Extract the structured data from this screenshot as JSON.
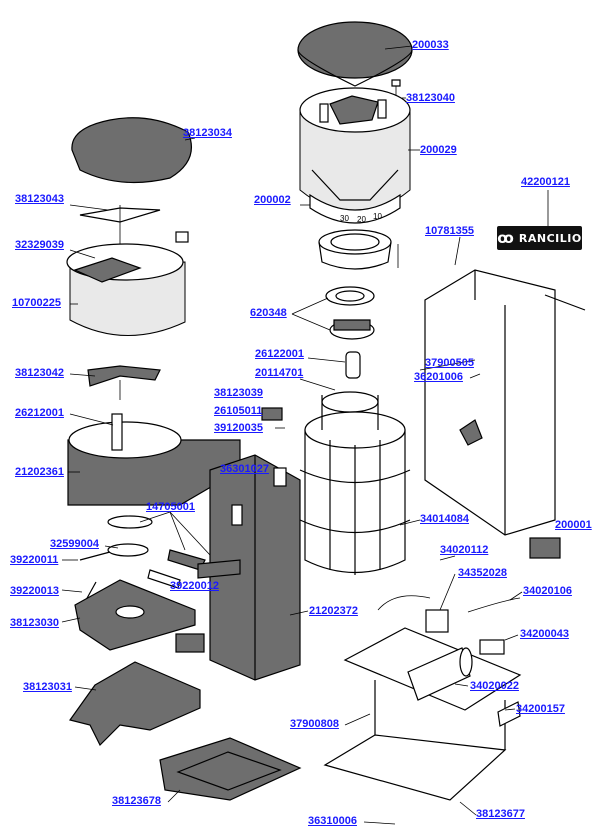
{
  "parts": {
    "p200033": "200033",
    "p38123040": "38123040",
    "p200029": "200029",
    "p38123034": "38123034",
    "p38123043": "38123043",
    "p200002": "200002",
    "p42200121": "42200121",
    "p32329039": "32329039",
    "p10781355": "10781355",
    "p10700225": "10700225",
    "p620348": "620348",
    "p26122001": "26122001",
    "p37900505": "37900505",
    "p38123042": "38123042",
    "p20114701": "20114701",
    "p36201006": "36201006",
    "p38123039": "38123039",
    "p26212001": "26212001",
    "p26105011": "26105011",
    "p39120035": "39120035",
    "p21202361": "21202361",
    "p36301027": "36301027",
    "p34014084": "34014084",
    "p14705001": "14705001",
    "p200001": "200001",
    "p32599004": "32599004",
    "p34020112": "34020112",
    "p39220011": "39220011",
    "p34352028": "34352028",
    "p39220012": "39220012",
    "p39220013": "39220013",
    "p34020106": "34020106",
    "p21202372": "21202372",
    "p38123030": "38123030",
    "p34200043": "34200043",
    "p38123031": "38123031",
    "p34020022": "34020022",
    "p34200157": "34200157",
    "p37900808": "37900808",
    "p38123678": "38123678",
    "p38123677": "38123677",
    "p36310006": "36310006"
  },
  "logo": {
    "text": "RANCILIO",
    "mark": "ꝏ"
  },
  "dial_numbers": [
    "30",
    "20",
    "10"
  ],
  "colors": {
    "link": "#1a1aff",
    "part_fill": "#6b6b6b",
    "line": "#000000"
  }
}
